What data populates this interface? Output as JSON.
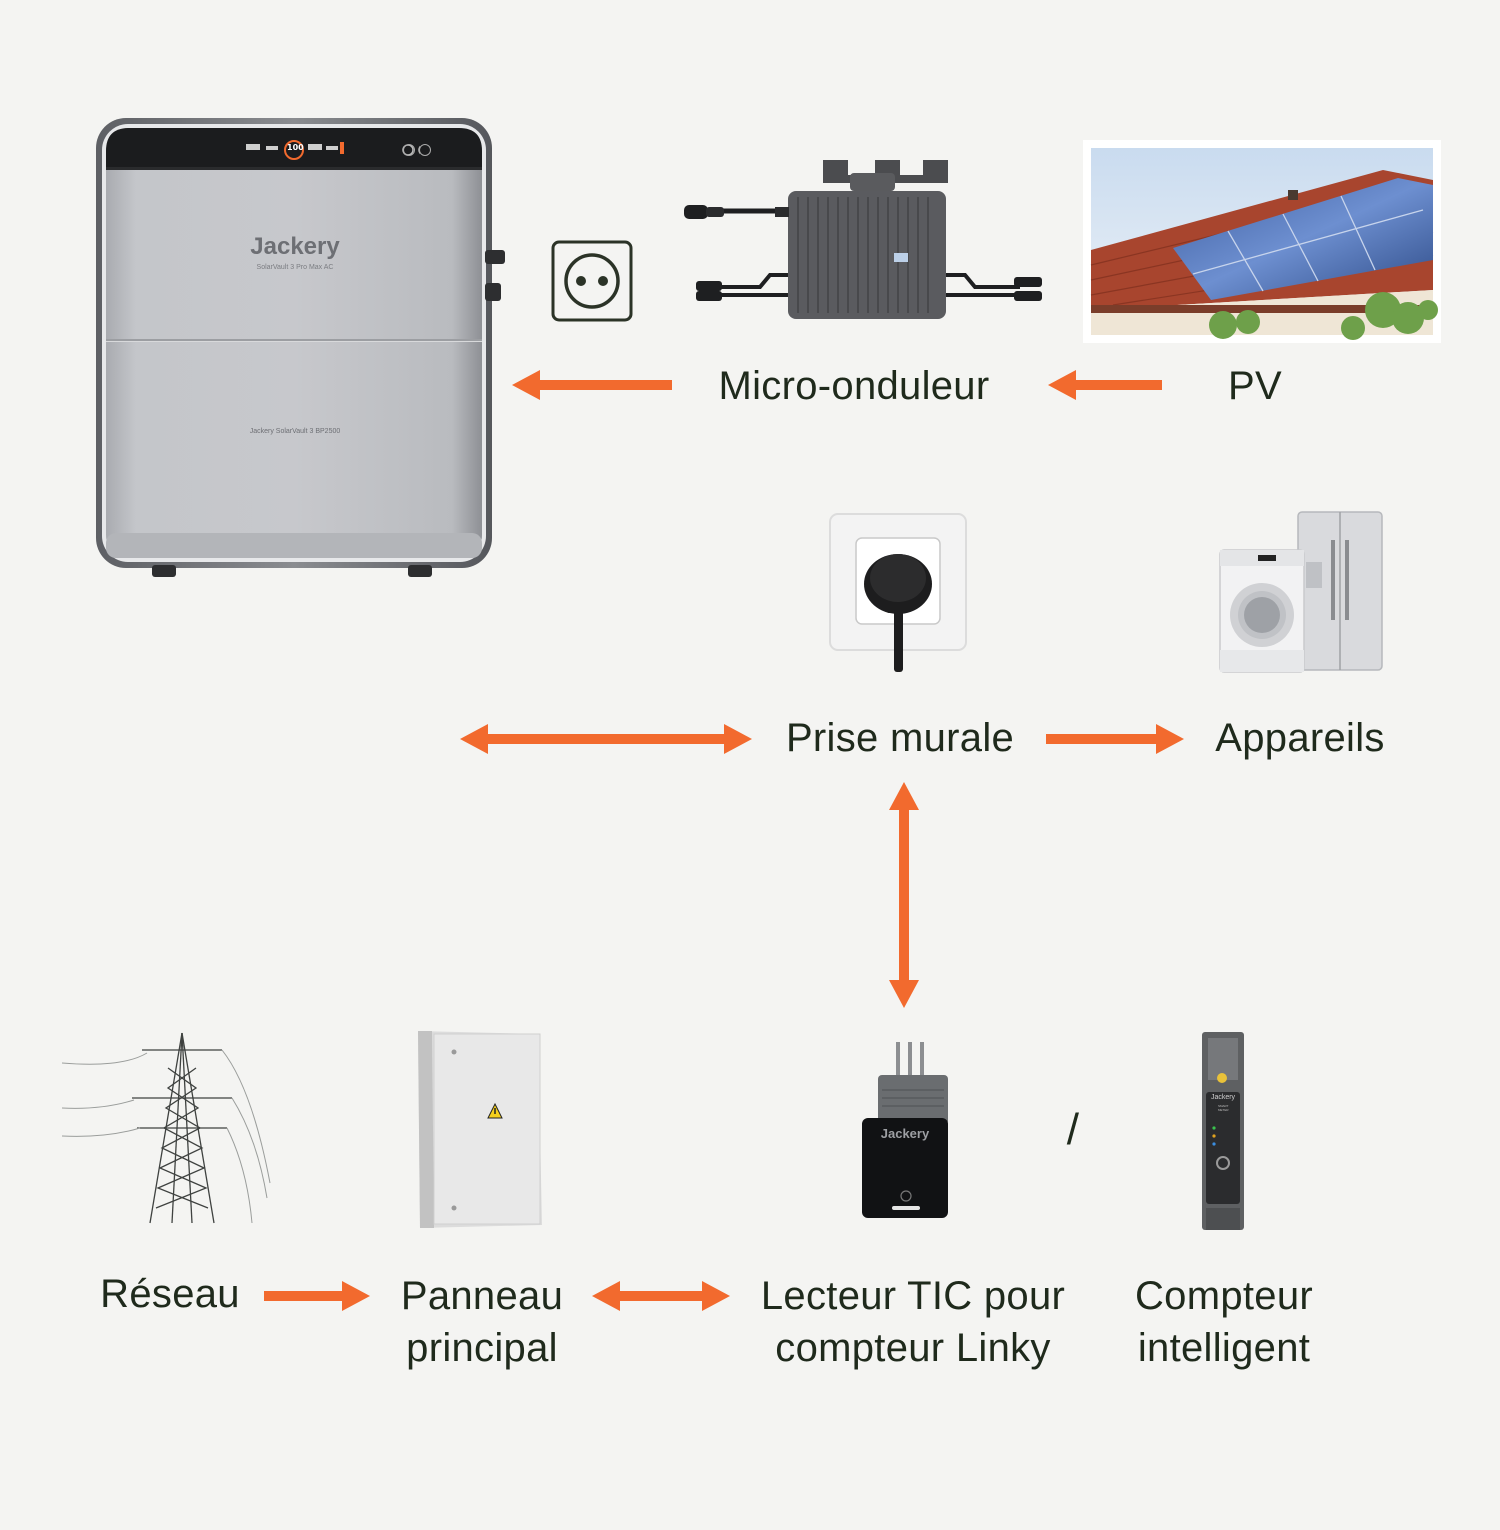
{
  "diagram": {
    "accent_color": "#f26a2e",
    "text_color": "#1f2a1c",
    "background": "#f4f4f2"
  },
  "battery": {
    "brand": "Jackery",
    "model_top": "SolarVault 3 Pro Max AC",
    "model_bottom": "Jackery SolarVault 3 BP2500",
    "display": "100"
  },
  "icons": {
    "outlet": "outlet-icon",
    "solar_roof": "solar-roof-image",
    "micro_inverter": "micro-inverter-image",
    "wall_socket": "wall-socket-image",
    "appliances": "appliances-image",
    "pylon": "power-pylon-image",
    "panel": "electrical-panel-image",
    "tic_reader": "tic-reader-image",
    "smart_meter": "smart-meter-image"
  },
  "nodes": {
    "micro_onduleur": "Micro-onduleur",
    "pv": "PV",
    "prise_murale": "Prise murale",
    "appareils": "Appareils",
    "reseau": "Réseau",
    "panneau_line1": "Panneau",
    "panneau_line2": "principal",
    "lecteur_line1": "Lecteur TIC pour",
    "lecteur_line2": "compteur Linky",
    "compteur_line1": "Compteur",
    "compteur_line2": "intelligent",
    "separator": "/"
  },
  "reader": {
    "brand": "Jackery"
  },
  "meter": {
    "brand": "Jackery",
    "label": "SMART METER"
  }
}
